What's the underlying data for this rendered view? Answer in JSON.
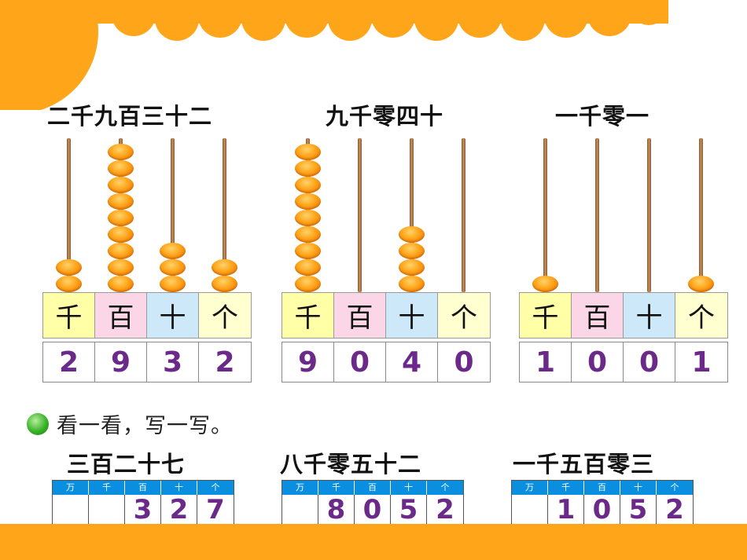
{
  "abacus_examples": [
    {
      "title": "二千九百三十二",
      "bead_counts": [
        2,
        9,
        3,
        2
      ],
      "place_labels": [
        "千",
        "百",
        "十",
        "个"
      ],
      "digits": [
        "2",
        "9",
        "3",
        "2"
      ]
    },
    {
      "title": "九千零四十",
      "bead_counts": [
        9,
        0,
        4,
        0
      ],
      "place_labels": [
        "千",
        "百",
        "十",
        "个"
      ],
      "digits": [
        "9",
        "0",
        "4",
        "0"
      ]
    },
    {
      "title": "一千零一",
      "bead_counts": [
        1,
        0,
        0,
        1
      ],
      "place_labels": [
        "千",
        "百",
        "十",
        "个"
      ],
      "digits": [
        "1",
        "0",
        "0",
        "1"
      ]
    }
  ],
  "instruction": "看一看，写一写。",
  "exercises": [
    {
      "title": "三百二十七",
      "headers": [
        "万",
        "千",
        "百",
        "十",
        "个"
      ],
      "digits": [
        "",
        "",
        "3",
        "2",
        "7"
      ]
    },
    {
      "title": "八千零五十二",
      "headers": [
        "万",
        "千",
        "百",
        "十",
        "个"
      ],
      "digits": [
        "",
        "8",
        "0",
        "5",
        "2"
      ]
    },
    {
      "title": "一千五百零三",
      "headers": [
        "万",
        "千",
        "百",
        "十",
        "个"
      ],
      "digits": [
        "",
        "1",
        "0",
        "5",
        "2"
      ]
    }
  ],
  "colors": {
    "bead": "#ffa51a",
    "header_blue": "#0a8fe0",
    "digit_purple": "#6b2a8a",
    "footer_orange": "#ffa51a"
  },
  "icons": {
    "bullet": "green-dot-icon"
  }
}
